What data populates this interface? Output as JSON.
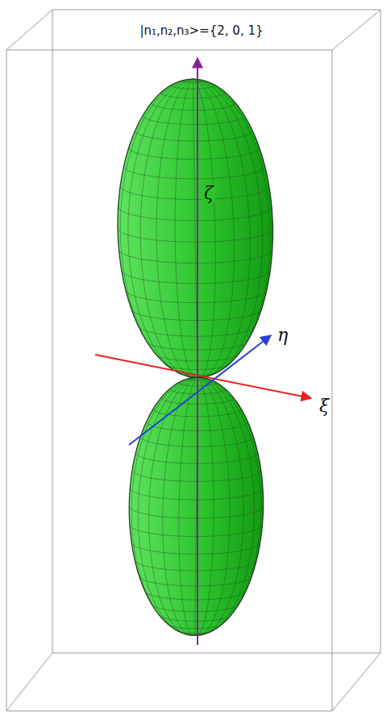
{
  "diagram": {
    "title": "|n₁,n₂,n₃>={2, 0, 1}",
    "labels": [
      "ζ",
      "η",
      "ξ"
    ]
  }
}
